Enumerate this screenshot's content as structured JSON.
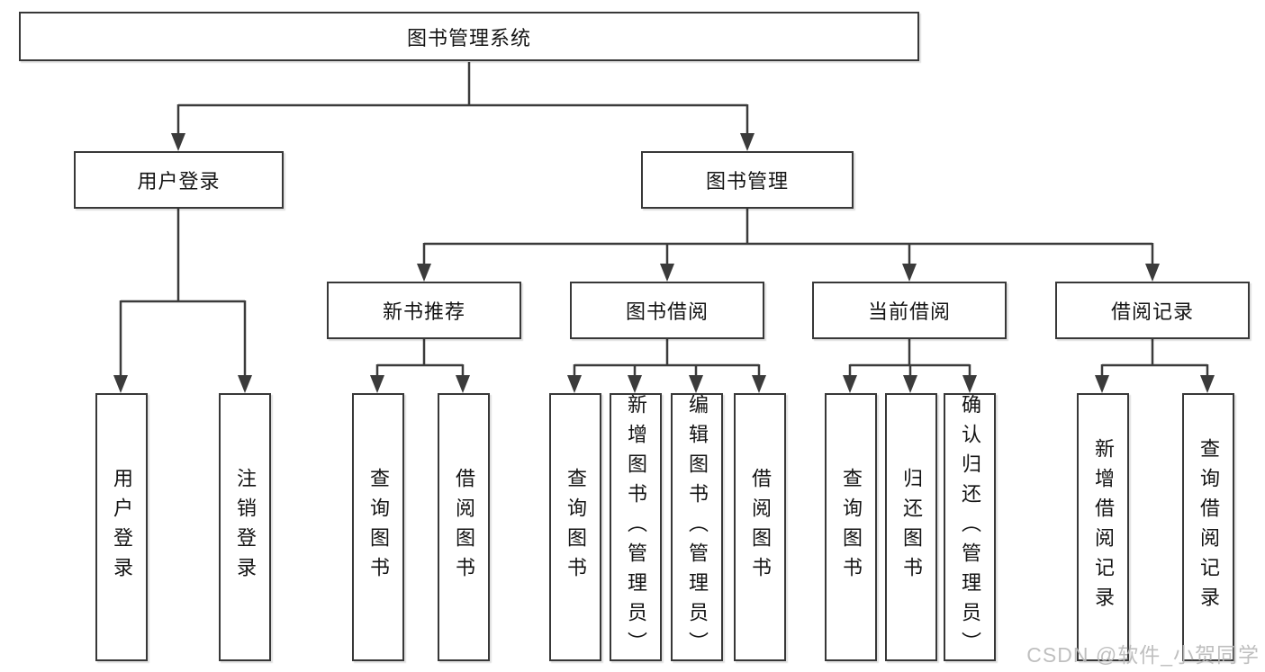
{
  "diagram": {
    "type": "hierarchy-flowchart",
    "tree": {
      "root": "图书管理系统",
      "children": [
        {
          "label": "用户登录",
          "children": [
            {
              "label": "用户登录"
            },
            {
              "label": "注销登录"
            }
          ]
        },
        {
          "label": "图书管理",
          "children": [
            {
              "label": "新书推荐",
              "children": [
                {
                  "label": "查询图书"
                },
                {
                  "label": "借阅图书"
                }
              ]
            },
            {
              "label": "图书借阅",
              "children": [
                {
                  "label": "查询图书"
                },
                {
                  "label": "新增图书（管理员）"
                },
                {
                  "label": "编辑图书（管理员）"
                },
                {
                  "label": "借阅图书"
                }
              ]
            },
            {
              "label": "当前借阅",
              "children": [
                {
                  "label": "查询图书"
                },
                {
                  "label": "归还图书"
                },
                {
                  "label": "确认归还（管理员）"
                }
              ]
            },
            {
              "label": "借阅记录",
              "children": [
                {
                  "label": "新增借阅记录"
                },
                {
                  "label": "查询借阅记录"
                }
              ]
            }
          ]
        }
      ]
    },
    "colors": {
      "line": "#3b3b3b",
      "box_border": "#383838",
      "text": "#141414",
      "background": "#ffffff",
      "watermark": "#b9b9b9"
    }
  },
  "watermark": "CSDN @软件_小贺同学"
}
